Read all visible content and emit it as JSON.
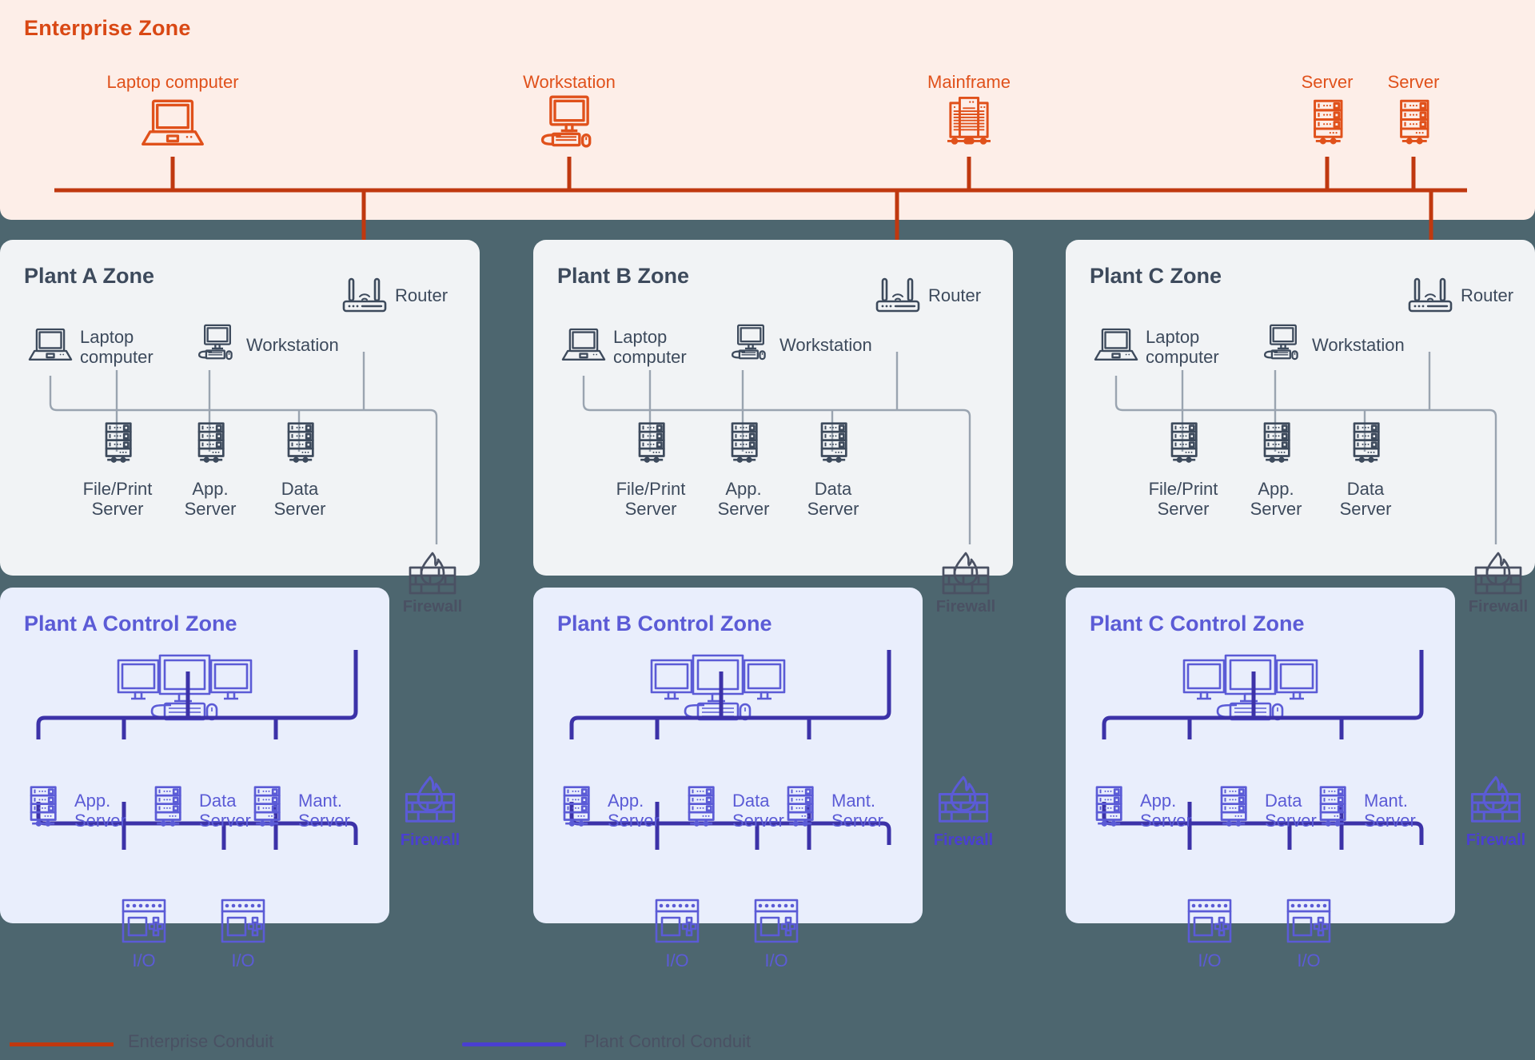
{
  "colors": {
    "page_bg": "#4d666f",
    "enterprise_bg": "#fdeee8",
    "enterprise_accent": "#d94814",
    "enterprise_icon": "#e0511b",
    "plant_bg": "#f1f3f5",
    "plant_ink": "#3d4a5c",
    "control_bg": "#e9eefc",
    "control_ink": "#5b5bd6",
    "control_conduit": "#3c32a8",
    "enterprise_conduit": "#c0380f"
  },
  "enterprise": {
    "title": "Enterprise Zone",
    "nodes": [
      {
        "label": "Laptop computer",
        "icon": "laptop-icon"
      },
      {
        "label": "Workstation",
        "icon": "workstation-icon"
      },
      {
        "label": "Mainframe",
        "icon": "mainframe-icon"
      },
      {
        "label": "Server",
        "icon": "server-icon"
      },
      {
        "label": "Server",
        "icon": "server-icon"
      }
    ]
  },
  "plants": [
    {
      "title": "Plant A Zone",
      "router_label": "Router",
      "laptop_label": "Laptop\ncomputer",
      "laptop_line1": "Laptop",
      "laptop_line2": "computer",
      "workstation_label": "Workstation",
      "servers": [
        {
          "line1": "File/Print",
          "line2": "Server"
        },
        {
          "line1": "App.",
          "line2": "Server"
        },
        {
          "line1": "Data",
          "line2": "Server"
        }
      ],
      "firewall_label": "Firewall"
    },
    {
      "title": "Plant B Zone",
      "router_label": "Router",
      "laptop_line1": "Laptop",
      "laptop_line2": "computer",
      "workstation_label": "Workstation",
      "servers": [
        {
          "line1": "File/Print",
          "line2": "Server"
        },
        {
          "line1": "App.",
          "line2": "Server"
        },
        {
          "line1": "Data",
          "line2": "Server"
        }
      ],
      "firewall_label": "Firewall"
    },
    {
      "title": "Plant C Zone",
      "router_label": "Router",
      "laptop_line1": "Laptop",
      "laptop_line2": "computer",
      "workstation_label": "Workstation",
      "servers": [
        {
          "line1": "File/Print",
          "line2": "Server"
        },
        {
          "line1": "App.",
          "line2": "Server"
        },
        {
          "line1": "Data",
          "line2": "Server"
        }
      ],
      "firewall_label": "Firewall"
    }
  ],
  "control_zones": [
    {
      "title": "Plant A Control Zone",
      "servers": [
        {
          "line1": "App.",
          "line2": "Server"
        },
        {
          "line1": "Data",
          "line2": "Server"
        },
        {
          "line1": "Mant.",
          "line2": "Server"
        }
      ],
      "io": [
        {
          "label": "I/O"
        },
        {
          "label": "I/O"
        }
      ],
      "firewall_label": "Firewall"
    },
    {
      "title": "Plant B Control Zone",
      "servers": [
        {
          "line1": "App.",
          "line2": "Server"
        },
        {
          "line1": "Data",
          "line2": "Server"
        },
        {
          "line1": "Mant.",
          "line2": "Server"
        }
      ],
      "io": [
        {
          "label": "I/O"
        },
        {
          "label": "I/O"
        }
      ],
      "firewall_label": "Firewall"
    },
    {
      "title": "Plant C Control Zone",
      "servers": [
        {
          "line1": "App.",
          "line2": "Server"
        },
        {
          "line1": "Data",
          "line2": "Server"
        },
        {
          "line1": "Mant.",
          "line2": "Server"
        }
      ],
      "io": [
        {
          "label": "I/O"
        },
        {
          "label": "I/O"
        }
      ],
      "firewall_label": "Firewall"
    }
  ],
  "legend": {
    "items": [
      {
        "label": "Enterprise Conduit",
        "color": "#c0380f"
      },
      {
        "label": "Plant Control Conduit",
        "color": "#4a3fd1"
      }
    ]
  }
}
